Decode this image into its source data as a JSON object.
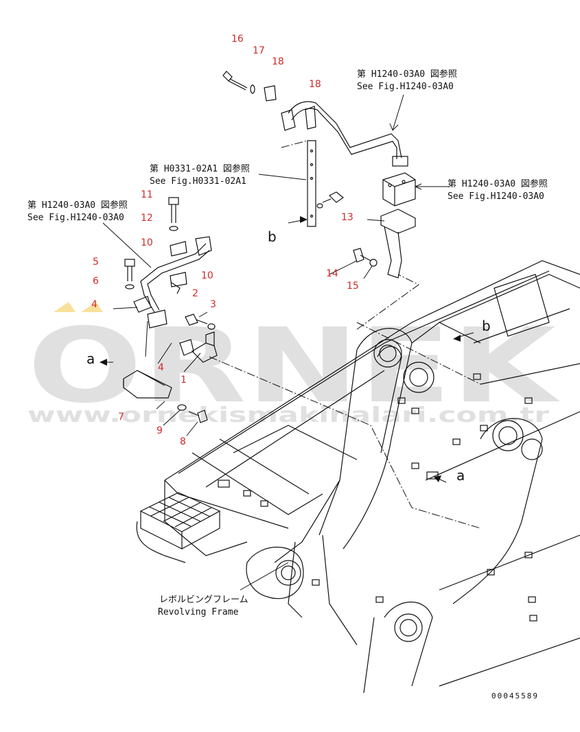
{
  "watermark": {
    "brand": "ORNEK",
    "url": "www.ornekismakinalari.com.tr",
    "brand_color": "#c8c8c8",
    "accent_color": "#f2c94c"
  },
  "references": {
    "top_right": [
      "第 H1240-03A0 図参照",
      "See Fig.H1240-03A0"
    ],
    "middle": [
      "第 H0331-02A1 図参照",
      "See Fig.H0331-02A1"
    ],
    "left": [
      "第 H1240-03A0 図参照",
      "See Fig.H1240-03A0"
    ],
    "right": [
      "第 H1240-03A0 図参照",
      "See Fig.H1240-03A0"
    ]
  },
  "frame_label": [
    "レボルビングフレーム",
    "Revolving Frame"
  ],
  "view_labels": {
    "a": "a",
    "b": "b"
  },
  "callouts": {
    "c1": "1",
    "c2": "2",
    "c3": "3",
    "c4a": "4",
    "c4b": "4",
    "c5": "5",
    "c6": "6",
    "c7": "7",
    "c8": "8",
    "c9": "9",
    "c10a": "10",
    "c10b": "10",
    "c11": "11",
    "c12": "12",
    "c13": "13",
    "c14": "14",
    "c15": "15",
    "c16": "16",
    "c17": "17",
    "c18a": "18",
    "c18b": "18"
  },
  "doc_number": "00045589",
  "colors": {
    "line": "#111111",
    "callout": "#d12a2a"
  }
}
